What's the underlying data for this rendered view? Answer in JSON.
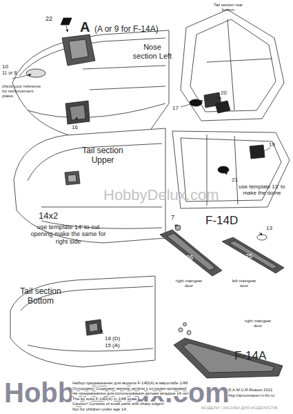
{
  "diagram": {
    "labels": [
      "22",
      "A",
      "(A or 9 for F-14A)",
      "Nose section Left",
      "10",
      "11 or 8",
      "check your reference for reinforcement plates",
      "16",
      "Tail section rear bottom",
      "17",
      "20",
      "Tail section Upper",
      "14x2",
      "use template 14' to cut opening make the same for right side",
      "19",
      "21",
      "use template 13' to make the dome",
      "HobbyDelux.com",
      "7",
      "F-14D",
      "13",
      "26",
      "25",
      "right maingear door",
      "left maingear door",
      "Tail section Bottom",
      "18 (D)",
      "15 (A)",
      "right maingear door",
      "F-14A",
      "HobbyDelux.com",
      "МОДЕЛИ І ЗАСОБИ ДЛЯ МОДЕЛИСТІВ",
      "Набор предназначен для модели F-14D(A) в масштабе 1/48",
      "Осторожно! Содержит мелкие детали с острыми кромками!",
      "Не предназначен для использования детьми младше 14 лет",
      "The kit suits F-14D(A) in 1/48 scale",
      "Caution! Consists of small parts with sharp edges!",
      "Not for children under age 14.",
      "D.A.M.U.R.Reaver 2011",
      "http://amurreaver.m-fix.ru"
    ]
  }
}
